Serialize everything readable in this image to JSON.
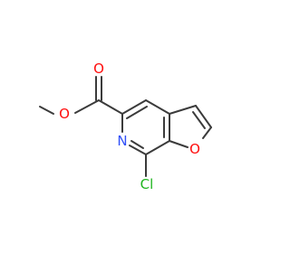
{
  "molecule": {
    "atoms": {
      "oxygen_carbonyl": {
        "label": "O",
        "color": "#ff0d0d"
      },
      "oxygen_ester": {
        "label": "O",
        "color": "#ff0d0d"
      },
      "nitrogen": {
        "label": "N",
        "color": "#3050f8"
      },
      "oxygen_furan": {
        "label": "O",
        "color": "#ff0d0d"
      },
      "chlorine": {
        "label": "Cl",
        "color": "#1fb51f"
      }
    },
    "bond_color": "#3b3b3b"
  }
}
